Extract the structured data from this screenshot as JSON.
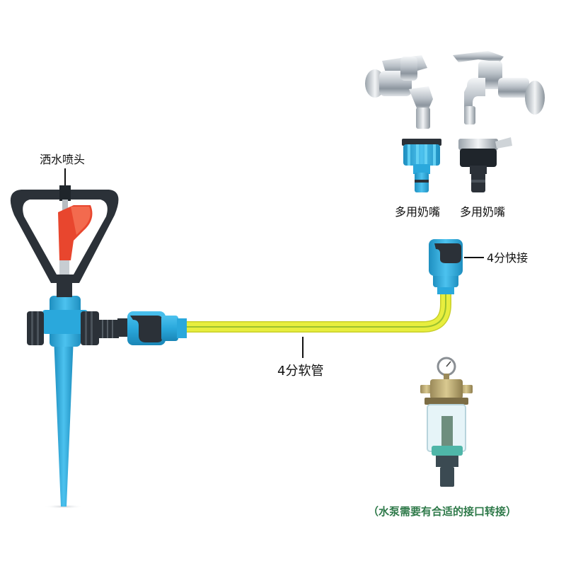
{
  "labels": {
    "sprinkler_head": "洒水喷头",
    "faucet_adapter_1": "多用奶嘴",
    "faucet_adapter_2": "多用奶嘴",
    "quick_connector": "4分快接",
    "hose": "4分软管",
    "pump_note": "（水泵需要有合适的接口转接）"
  },
  "colors": {
    "connector_blue": "#2aa8dc",
    "connector_dark": "#2b3138",
    "hose_yellow": "#e6ec3a",
    "hose_stripe": "#9cc12f",
    "sprinkler_red": "#e8462e",
    "note_green": "#2f7a4a"
  },
  "icons": {
    "sprinkler": "rotary-sprinkler-icon",
    "faucet": "chrome-faucet-icon",
    "adapter": "faucet-adapter-icon",
    "quick_connector": "quick-connector-icon",
    "filter": "water-filter-icon"
  }
}
